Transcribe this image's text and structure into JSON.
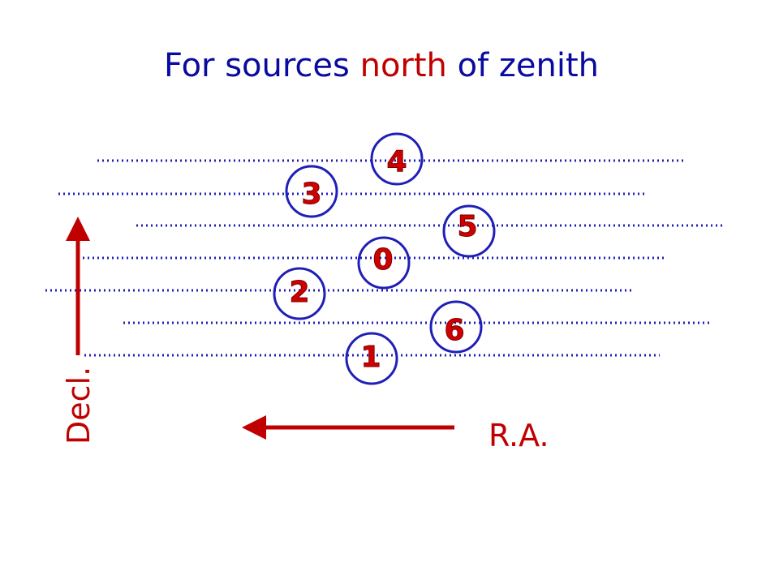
{
  "title": {
    "prefix": "For sources ",
    "highlight": "north",
    "suffix": " of zenith"
  },
  "positions": [
    "4",
    "3",
    "5",
    "0",
    "2",
    "6",
    "1"
  ],
  "axes": {
    "dec_label": "Decl.",
    "ra_label": "R.A."
  },
  "colors": {
    "title_blue": "#0a0aa0",
    "accent_red": "#c00000",
    "line_blue": "#1f1fb8"
  }
}
